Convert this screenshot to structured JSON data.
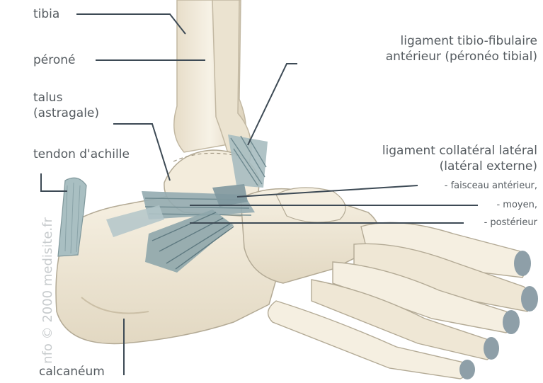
{
  "labels": {
    "tibia": "tibia",
    "perone": "péroné",
    "talus_1": "talus",
    "talus_2": "(astragale)",
    "tendon": "tendon d'achille",
    "calcaneum": "calcanéum",
    "lig_tibio_1": "ligament tibio-fibulaire",
    "lig_tibio_2": "antérieur (péronéo tibial)",
    "lig_coll_1": "ligament collatéral latéral",
    "lig_coll_2": "(latéral externe)",
    "faisceau_ant": "- faisceau antérieur,",
    "moyen": "- moyen,",
    "posterieur": "- postérieur"
  },
  "credit": "nfo © 2000 medisite.fr",
  "colors": {
    "bone": "#f1ead9",
    "bone_shadow": "#d9cfb8",
    "bone_outline": "#b3aa95",
    "ligament": "#9fb7bb",
    "ligament_dark": "#6f8a90",
    "toe_cap": "#8e9fa8",
    "leader": "#3d4a55",
    "text": "#555b60"
  }
}
